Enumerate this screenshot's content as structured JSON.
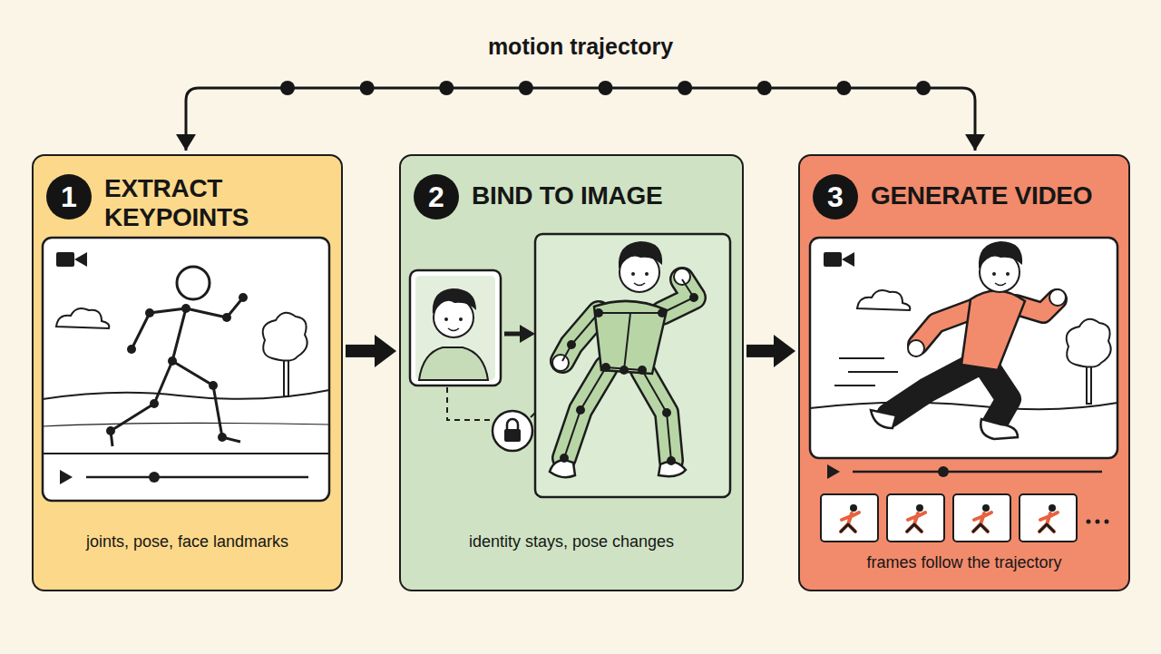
{
  "diagram": {
    "nodes": [
      {
        "text": [
          "1",
          "EXTRACT KEYPOINTS",
          "joints, pose, face landmarks"
        ]
      },
      {
        "text": [
          "2",
          "BIND TO IMAGE",
          "identity stays, pose changes"
        ]
      },
      {
        "text": [
          "3",
          "GENERATE VIDEO",
          "frames follow the trajectory"
        ]
      }
    ],
    "edges": [
      {
        "from": 0,
        "to": 1,
        "arrow": "to"
      },
      {
        "from": 1,
        "to": 2,
        "arrow": "to"
      },
      {
        "from": 0,
        "to": 2,
        "arrow": "both",
        "label": "motion trajectory"
      }
    ]
  }
}
